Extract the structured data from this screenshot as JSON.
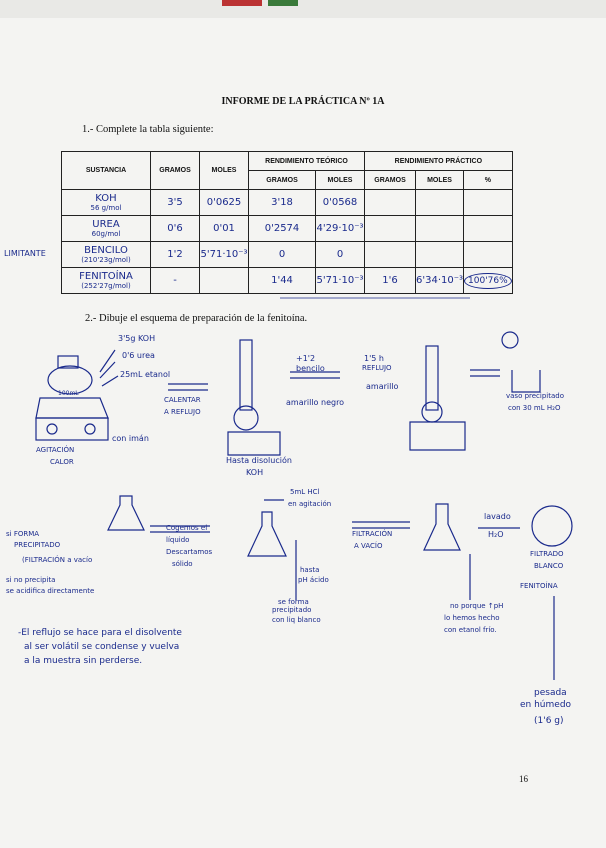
{
  "header": {
    "title": "INFORME DE LA PRÁCTICA Nº 1A"
  },
  "q1": {
    "text": "1.- Complete la tabla siguiente:"
  },
  "table": {
    "h_sustancia": "SUSTANCIA",
    "h_gramos": "GRAMOS",
    "h_moles": "MOLES",
    "h_teorico": "RENDIMIENTO TEÓRICO",
    "h_practico": "RENDIMIENTO PRÁCTICO",
    "sub_gramos": "GRAMOS",
    "sub_moles": "MOLES",
    "sub_gramos2": "GRAMOS",
    "sub_moles2": "MOLES",
    "sub_pct": "%",
    "rows": [
      {
        "name": "KOH",
        "mw": "56 g/mol",
        "g": "3'5",
        "mol": "0'0625",
        "tg": "3'18",
        "tm": "0'0568",
        "pg": "",
        "pm": "",
        "pct": ""
      },
      {
        "name": "UREA",
        "mw": "60g/mol",
        "g": "0'6",
        "mol": "0'01",
        "tg": "0'2574",
        "tm": "4'29·10⁻³",
        "pg": "",
        "pm": "",
        "pct": ""
      },
      {
        "name": "BENCILO",
        "mw": "(210'23g/mol)",
        "g": "1'2",
        "mol": "5'71·10⁻³",
        "tg": "0",
        "tm": "0",
        "pg": "",
        "pm": "",
        "pct": ""
      },
      {
        "name": "FENITOÍNA",
        "mw": "(252'27g/mol)",
        "g": "-",
        "mol": "",
        "tg": "1'44",
        "tm": "5'71·10⁻³",
        "pg": "1'6",
        "pm": "6'34·10⁻³",
        "pct": "100'76%"
      }
    ]
  },
  "limitante": "LIMITANTE",
  "q2": {
    "text": "2.- Dibuje el esquema de preparación de la fenitoína."
  },
  "notes": {
    "koh": "3'5g KOH",
    "urea": "0'6 urea",
    "etanol": "25mL etanol",
    "ml100": "100mL",
    "agit": "AGITACIÓN",
    "calor": "CALOR",
    "iman": "con imán",
    "calentar": "CALENTAR",
    "reflujo": "A REFLUJO",
    "hasta": "Hasta disolución",
    "koh2": "KOH",
    "benc1": "+1'2",
    "benc2": "bencilo",
    "amar_negro": "amarillo negro",
    "h15": "1'5 h",
    "reflujo2": "REFLUJO",
    "amarillo": "amarillo",
    "vaso1": "vaso precipitado",
    "vaso2": "con 30 mL H₂O",
    "si_forma": "si FORMA",
    "precip": "PRECIPITADO",
    "filtr": "(FILTRACIÓN a vacío",
    "cogemos": "Cogemos el",
    "liquido": "líquido",
    "desc": "Descartamos",
    "solido": "sólido",
    "hcl1": "5mL HCl",
    "hcl2": "en agitación",
    "hasta_ph1": "hasta",
    "hasta_ph2": "pH ácido",
    "forma1": "se forma",
    "forma2": "precipitado",
    "forma3": "con liq blanco",
    "filt_vacio1": "FILTRACIÓN",
    "filt_vacio2": "A VACÍO",
    "lavado": "lavado",
    "h2o": "H₂O",
    "filtrado1": "FILTRADO",
    "filtrado2": "BLANCO",
    "filtrado3": "FENITOÍNA",
    "no_prec1": "si no precipita",
    "no_prec2": "se acidifica directamente",
    "no_porque": "no porque ↑pH",
    "lo_hemos": "lo hemos hecho",
    "con_etanol": "con etanol frío.",
    "reflux1": "-El reflujo se hace para el disolvente",
    "reflux2": "al ser volátil se condense y vuelva",
    "reflux3": "a la muestra sin perderse.",
    "pesada1": "pesada",
    "pesada2": "en húmedo",
    "pesada3": "(1'6 g)"
  },
  "page_number": "16"
}
